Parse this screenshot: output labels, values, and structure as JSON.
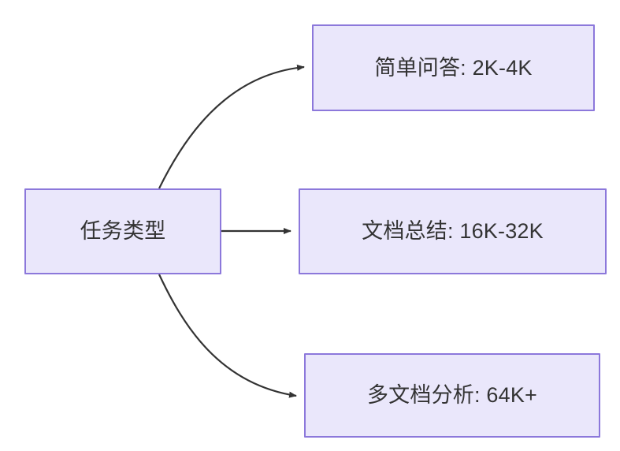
{
  "diagram": {
    "type": "flowchart",
    "direction": "left-to-right",
    "background_color": "#ffffff",
    "node_fill_color": "#eae7fb",
    "node_border_color": "#8c78db",
    "node_text_color": "#333333",
    "edge_color": "#333333",
    "nodes": [
      {
        "id": "root",
        "label": "任务类型",
        "role": "source"
      },
      {
        "id": "simple-qa",
        "label": "简单问答: 2K-4K",
        "role": "target"
      },
      {
        "id": "doc-sum",
        "label": "文档总结: 16K-32K",
        "role": "target"
      },
      {
        "id": "multi-doc",
        "label": "多文档分析: 64K+",
        "role": "target"
      }
    ],
    "edges": [
      {
        "from": "root",
        "to": "simple-qa",
        "label": "",
        "style": "curved",
        "arrow": "arrow-head"
      },
      {
        "from": "root",
        "to": "doc-sum",
        "label": "",
        "style": "straight",
        "arrow": "arrow-head"
      },
      {
        "from": "root",
        "to": "multi-doc",
        "label": "",
        "style": "curved",
        "arrow": "arrow-head"
      }
    ]
  }
}
